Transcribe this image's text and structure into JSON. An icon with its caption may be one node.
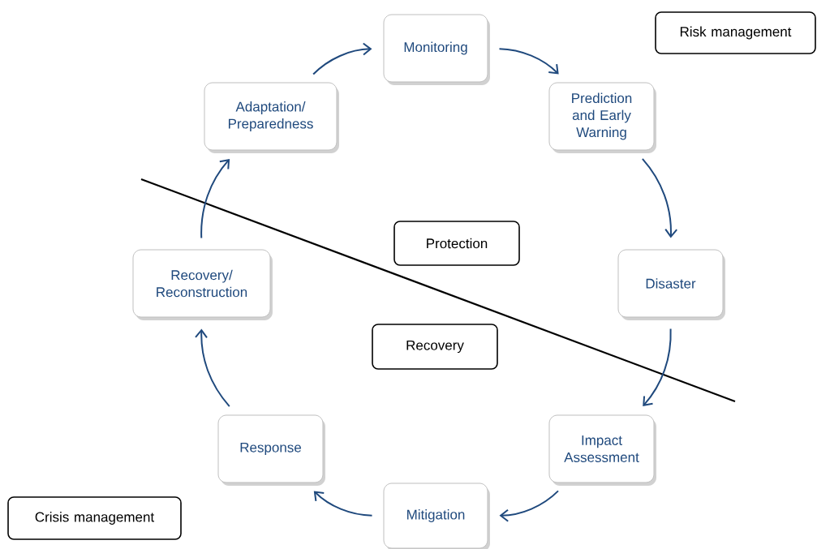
{
  "diagram": {
    "nodes": [
      {
        "text": [
          "Monitoring"
        ]
      },
      {
        "text": [
          "Prediction and Early Warning"
        ]
      },
      {
        "text": [
          "Disaster"
        ]
      },
      {
        "text": [
          "Impact Assessment"
        ]
      },
      {
        "text": [
          "Mitigation"
        ]
      },
      {
        "text": [
          "Response"
        ]
      },
      {
        "text": [
          "Recovery/ Reconstruction"
        ]
      },
      {
        "text": [
          "Adaptation/ Preparedness"
        ]
      },
      {
        "text": [
          "Risk management"
        ]
      },
      {
        "text": [
          "Protection"
        ]
      },
      {
        "text": [
          "Recovery"
        ]
      },
      {
        "text": [
          "Crisis management"
        ]
      }
    ],
    "edges": [
      {
        "from": 7,
        "to": 0,
        "arrow": "to"
      },
      {
        "from": 0,
        "to": 1,
        "arrow": "to"
      },
      {
        "from": 1,
        "to": 2,
        "arrow": "to"
      },
      {
        "from": 2,
        "to": 3,
        "arrow": "to"
      },
      {
        "from": 3,
        "to": 4,
        "arrow": "to"
      },
      {
        "from": 4,
        "to": 5,
        "arrow": "to"
      },
      {
        "from": 5,
        "to": 6,
        "arrow": "to"
      },
      {
        "from": 6,
        "to": 7,
        "arrow": "to"
      }
    ]
  }
}
